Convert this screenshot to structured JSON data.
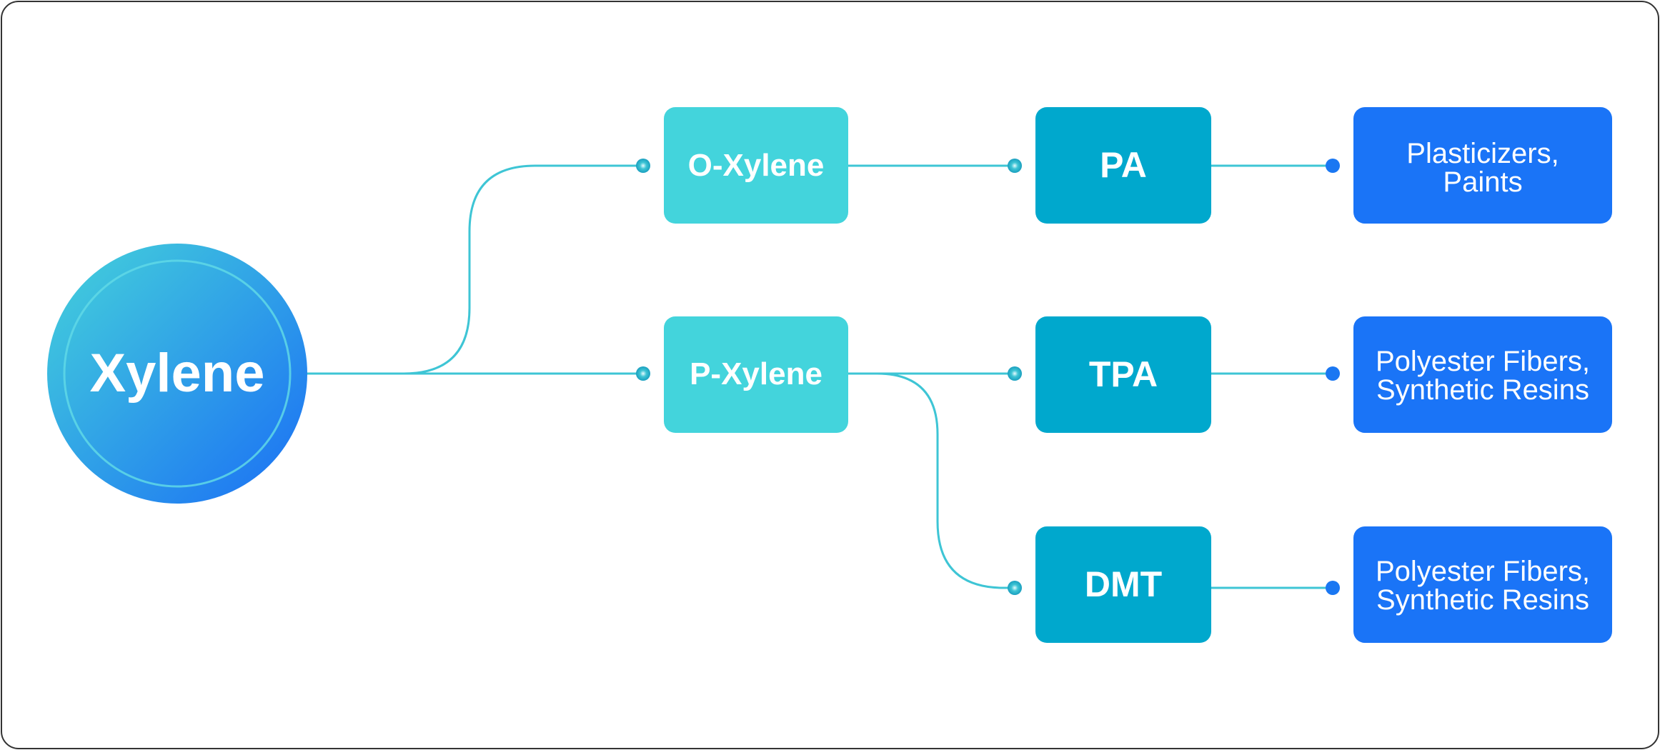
{
  "colors": {
    "frame": "#333333",
    "connector": "#3ec5d5",
    "dot_teal": "#1fb0c9",
    "dot_blue": "#1a77f2",
    "level1_fill": "#43d4dc",
    "level2_fill": "#00a8cd",
    "level3_fill": "#1a74f7",
    "root_gradient_start": "#45d3da",
    "root_gradient_end": "#1a6ef5"
  },
  "root": {
    "label": "Xylene"
  },
  "isomers": [
    {
      "label": "O-Xylene"
    },
    {
      "label": "P-Xylene"
    }
  ],
  "derivatives": [
    {
      "label": "PA"
    },
    {
      "label": "TPA"
    },
    {
      "label": "DMT"
    }
  ],
  "applications": [
    {
      "lines": [
        "Plasticizers,",
        "Paints"
      ]
    },
    {
      "lines": [
        "Polyester Fibers,",
        "Synthetic Resins"
      ]
    },
    {
      "lines": [
        "Polyester Fibers,",
        "Synthetic Resins"
      ]
    }
  ]
}
